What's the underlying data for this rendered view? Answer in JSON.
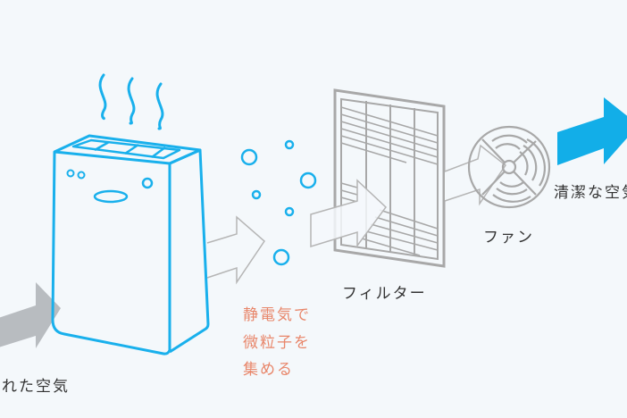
{
  "labels": {
    "dirty_air": "汚れた空気",
    "static_line1": "静電気で",
    "static_line2": "微粒子を",
    "static_line3": "集める",
    "filter": "フィルター",
    "fan": "ファン",
    "clean_air": "清潔な空気"
  },
  "colors": {
    "background": "#f4f8fb",
    "accent_blue": "#12aee8",
    "outline_blue": "#19b0ec",
    "gray_arrow": "#b8bcc0",
    "line_gray": "#a8a8a8",
    "accent_text": "#e8866a",
    "text": "#333333"
  }
}
